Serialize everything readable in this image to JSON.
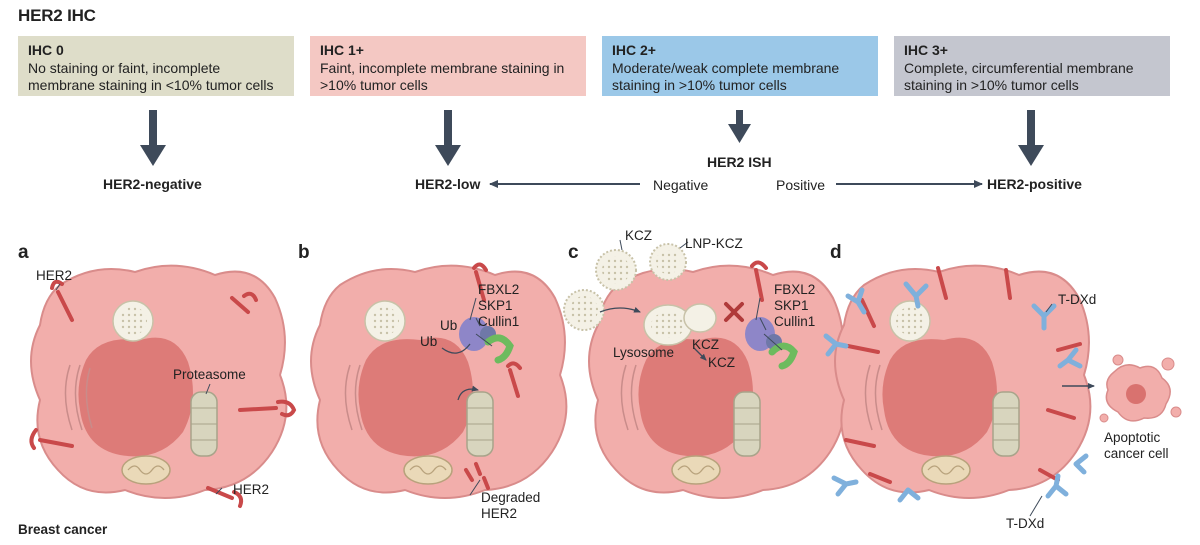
{
  "title": "HER2 IHC",
  "categories": [
    {
      "heading": "IHC 0",
      "description": "No staining or faint, incomplete membrane staining in <10% tumor cells",
      "color": "#deddc9"
    },
    {
      "heading": "IHC 1+",
      "description": "Faint, incomplete membrane staining in >10% tumor cells",
      "color": "#f4c8c3"
    },
    {
      "heading": "IHC 2+",
      "description": "Moderate/weak complete membrane staining in >10% tumor cells",
      "color": "#9bc8e8"
    },
    {
      "heading": "IHC 3+",
      "description": "Complete, circumferential membrane staining in >10% tumor cells",
      "color": "#c4c6cf"
    }
  ],
  "outcomes": {
    "negative": "HER2-negative",
    "low": "HER2-low",
    "positive": "HER2-positive"
  },
  "ish": {
    "title": "HER2 ISH",
    "negative": "Negative",
    "positive": "Positive"
  },
  "panels": {
    "a": {
      "letter": "a",
      "her2_top": "HER2",
      "proteasome": "Proteasome",
      "her2_bottom": "HER2",
      "caption": "Breast cancer"
    },
    "b": {
      "letter": "b",
      "fbxl2": "FBXL2",
      "skp1": "SKP1",
      "cullin1": "Cullin1",
      "ub1": "Ub",
      "ub2": "Ub",
      "degraded": "Degraded HER2"
    },
    "c": {
      "letter": "c",
      "kcz": "KCZ",
      "lnp_kcz": "LNP-KCZ",
      "fbxl2": "FBXL2",
      "skp1": "SKP1",
      "cullin1": "Cullin1",
      "lysosome": "Lysosome",
      "kcz2": "KCZ",
      "kcz3": "KCZ"
    },
    "d": {
      "letter": "d",
      "tdxd_top": "T-DXd",
      "tdxd_bottom": "T-DXd",
      "apoptotic": "Apoptotic cancer cell"
    }
  },
  "colors": {
    "arrow": "#3e4a5a",
    "cell_fill": "#f2aeab",
    "cell_edge": "#d98c8b",
    "nucleus": "#d9726f",
    "her2": "#c9494a",
    "ubiquitin_ligase": "#8e86c8",
    "cullin": "#6dbb5e",
    "antibody": "#7fb0dc"
  }
}
